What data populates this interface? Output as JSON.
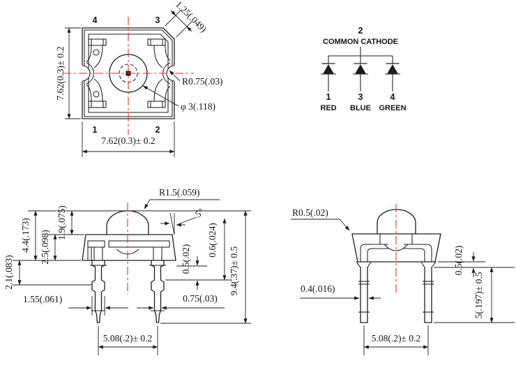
{
  "top_view": {
    "pin_top_left": "4",
    "pin_top_right": "3",
    "pin_bottom_left": "1",
    "pin_bottom_right": "2",
    "dim_height": "7.62(0.3)± 0.2",
    "dim_width": "7.62(0.3)± 0.2",
    "dim_chamfer": "1.25(.049)",
    "dim_notch_radius": "R0.75(.03)",
    "dim_lens_diameter": "φ 3(.118)"
  },
  "schematic": {
    "common_pin": "2",
    "common_label": "COMMON CATHODE",
    "pins": [
      {
        "number": "1",
        "name": "RED"
      },
      {
        "number": "3",
        "name": "BLUE"
      },
      {
        "number": "4",
        "name": "GREEN"
      }
    ]
  },
  "front_view": {
    "dim_dome_radius": "R1.5(.059)",
    "dim_angle": "5°",
    "dim_dome_height": "1.9(.075)",
    "dim_head_height": "4.4(.173)",
    "dim_body_height": "2.5(.098)",
    "dim_standoff": "2.1(.083)",
    "dim_kink_width": "1.55(.061)",
    "dim_step": "0.5(.02)",
    "dim_seat": "0.6(.024)",
    "dim_lead_width": "0.75(.03)",
    "dim_total_height": "9.4(.37)± 0.5",
    "dim_pitch": "5.08(.2)± 0.2"
  },
  "side_view": {
    "dim_corner_radius": "R0.5(.02)",
    "dim_lead_thickness": "0.4(.016)",
    "dim_step": "0.5(.02)",
    "dim_lead_length": "5(.197)± 0.5",
    "dim_pitch": "5.08(.2)± 0.2"
  },
  "colors": {
    "line": "#1d1d1d",
    "centerline": "#e8281e"
  }
}
